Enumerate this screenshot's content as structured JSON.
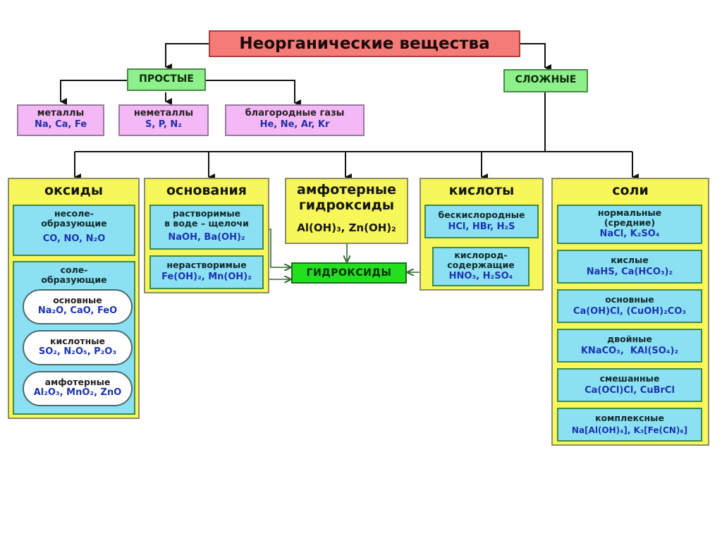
{
  "title": "Неорганические вещества",
  "simple": {
    "label": "ПРОСТЫЕ",
    "items": [
      {
        "label": "металлы",
        "examples": "Na, Ca, Fe"
      },
      {
        "label": "неметаллы",
        "examples": "S, P, N₂"
      },
      {
        "label": "благородные газы",
        "examples": "He, Ne, Ar, Kr"
      }
    ]
  },
  "complex": {
    "label": "СЛОЖНЫЕ",
    "oxides": {
      "label": "оксиды",
      "non_salt_forming": {
        "label_line1": "несоле-",
        "label_line2": "образующие",
        "examples": "CO, NO, N₂O"
      },
      "salt_forming": {
        "label_line1": "соле-",
        "label_line2": "образующие",
        "types": [
          {
            "label": "основные",
            "examples": "Na₂O, CaO, FeO"
          },
          {
            "label": "кислотные",
            "examples": "SO₂, N₂O₅, P₂O₃"
          },
          {
            "label": "амфотерные",
            "examples": "Al₂O₃, MnO₂, ZnO"
          }
        ]
      }
    },
    "bases": {
      "label": "основания",
      "soluble": {
        "label_line1": "растворимые",
        "label_line2": "в воде – щелочи",
        "examples": "NaOH, Ba(OH)₂"
      },
      "insoluble": {
        "label": "нерастворимые",
        "examples": "Fe(OH)₂, Mn(OH)₂"
      }
    },
    "amphoteric": {
      "label_line1": "амфотерные",
      "label_line2": "гидроксиды",
      "examples": "Al(OH)₃, Zn(OH)₂"
    },
    "hydroxides": {
      "label": "ГИДРОКСИДЫ"
    },
    "acids": {
      "label": "кислоты",
      "oxygen_free": {
        "label": "бескислородные",
        "examples": "HCl, HBr, H₂S"
      },
      "oxygen_containing": {
        "label_line1": "кислород-",
        "label_line2": "содержащие",
        "examples": "HNO₃, H₂SO₄"
      }
    },
    "salts": {
      "label": "соли",
      "types": [
        {
          "label": "нормальные",
          "label_line2": "(средние)",
          "examples": "NaCl, K₂SO₄"
        },
        {
          "label": "кислые",
          "examples": "NaHS, Ca(HCO₃)₂"
        },
        {
          "label": "основные",
          "examples": "Ca(OH)Cl, (CuOH)₂CO₃"
        },
        {
          "label": "двойные",
          "examples": "KNaCO₃,  KAl(SO₄)₂"
        },
        {
          "label": "смешанные",
          "examples": "Ca(OCl)Cl, CuBrCl"
        },
        {
          "label": "комплексные",
          "examples": "Na[Al(OH)₄], K₃[Fe(CN)₆]"
        }
      ]
    }
  },
  "colors": {
    "root": "#f57b78",
    "category": "#8ef08a",
    "simple_item": "#f5b8f7",
    "group": "#f7f75a",
    "subgroup": "#8ce0f4",
    "hydroxides": "#22e020",
    "formula_text": "#1c34b0"
  }
}
